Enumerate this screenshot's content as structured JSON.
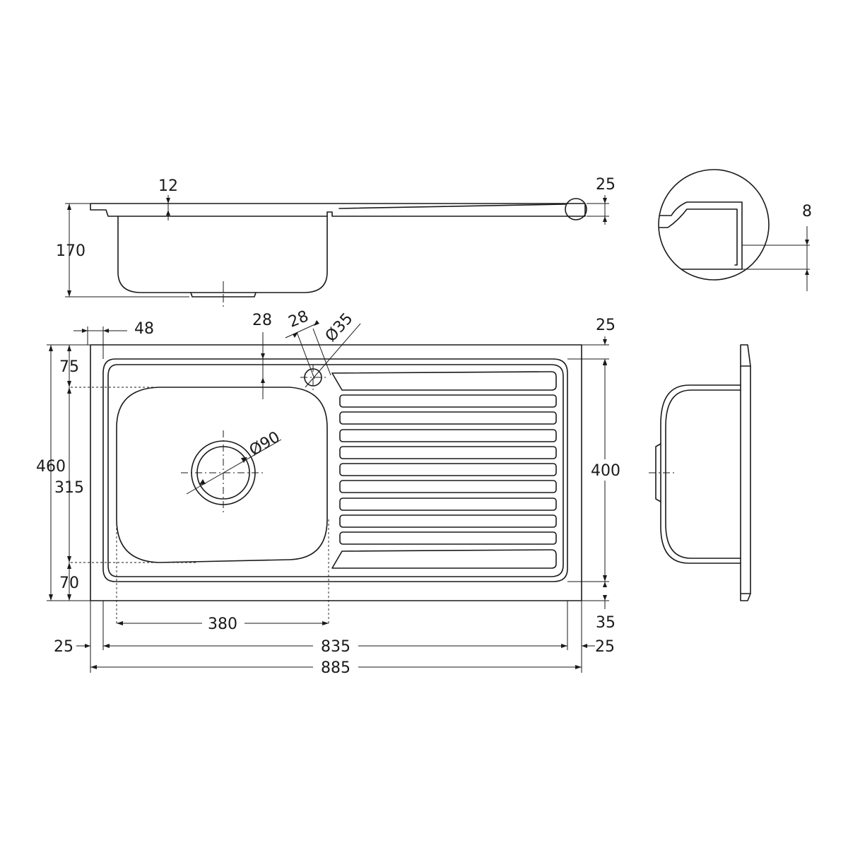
{
  "dimensions": {
    "side_rim_thickness": "12",
    "side_height": "170",
    "side_drainer_lip": "25",
    "detail_flange": "8",
    "plan_left_offset": "48",
    "plan_tap_offset": "28",
    "plan_tap_spacing": "28",
    "plan_tap_hole": "Ø35",
    "plan_waste": "Ø90",
    "plan_top_margin": "75",
    "plan_total_depth": "460",
    "plan_bowl_depth": "315",
    "plan_bottom_margin": "70",
    "plan_bowl_width": "380",
    "plan_left_edge": "25",
    "plan_inner_width": "835",
    "plan_right_edge": "25",
    "plan_total_width": "885",
    "plan_top_edge": "25",
    "plan_inner_depth": "400",
    "plan_bottom_edge": "35"
  }
}
